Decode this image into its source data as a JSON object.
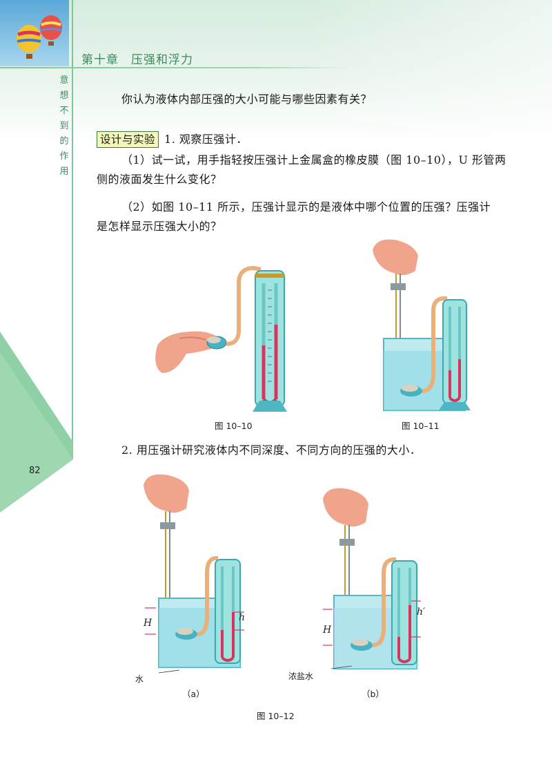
{
  "header": {
    "chapter": "第十章　压强和浮力",
    "page_number": "82"
  },
  "side_note": [
    "意",
    "想",
    "不",
    "到",
    "的",
    "作",
    "用"
  ],
  "body": {
    "question": "你认为液体内部压强的大小可能与哪些因素有关？",
    "tag": "设计与实验",
    "item1_title": "1. 观察压强计．",
    "p1_line1": "（1）试一试，用手指轻按压强计上金属盒的橡皮膜（图 10–10），U 形管两",
    "p1_line2": "侧的液面发生什么变化？",
    "p2_line1": "（2）如图 10–11 所示，压强计显示的是液体中哪个位置的压强？压强计",
    "p2_line2": "是怎样显示压强大小的？",
    "item2": "2. 用压强计研究液体内不同深度、不同方向的压强的大小．"
  },
  "figures": {
    "fig1010": "图 10–10",
    "fig1011": "图 10–11",
    "fig1012": "图 10–12",
    "sub_a": "（a）",
    "sub_b": "（b）",
    "label_H": "H",
    "label_h": "h",
    "label_h2": "h′",
    "label_water": "水",
    "label_brine": "浓盐水"
  },
  "colors": {
    "accent_green": "#7cc79a",
    "chapter_text": "#3d8a5c",
    "liquid": "#d9345f",
    "tube": "#5fd1cf"
  }
}
